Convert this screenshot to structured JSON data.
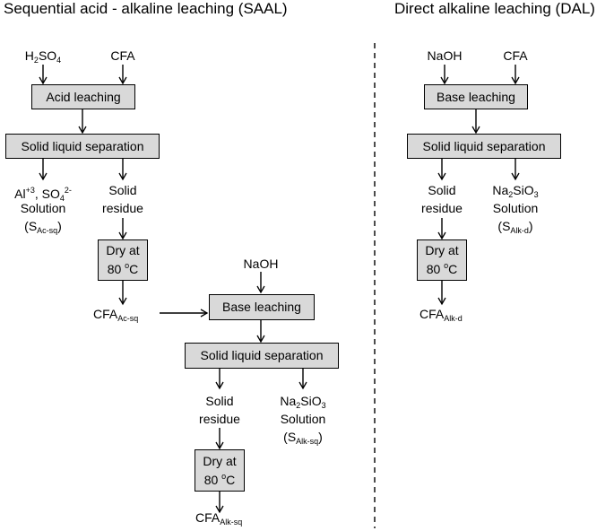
{
  "headers": {
    "saal": "Sequential acid - alkaline leaching (SAAL)",
    "dal": "Direct alkaline leaching (DAL)"
  },
  "saal": {
    "input_acid": {
      "base": "H",
      "s1": "2",
      "mid": "SO",
      "s2": "4"
    },
    "input_cfa": "CFA",
    "acid_leaching": "Acid leaching",
    "separation_1": "Solid liquid separation",
    "solution_1": {
      "al": "Al",
      "al_sup": "+3",
      "sep": ", SO",
      "so_sub": "4",
      "so_sup": "2-",
      "line2": "Solution",
      "line3_open": "(S",
      "line3_sub": "Ac-sq",
      "line3_close": ")"
    },
    "residue_1": {
      "line1": "Solid",
      "line2": "residue"
    },
    "dry_1": {
      "line1": "Dry at",
      "line2_num": "80 ",
      "line2_deg": "o",
      "line2_unit": "C"
    },
    "product_1": {
      "base": "CFA",
      "sub": "Ac-sq"
    },
    "input_naoh": "NaOH",
    "base_leaching": "Base leaching",
    "separation_2": "Solid liquid separation",
    "residue_2": {
      "line1": "Solid",
      "line2": "residue"
    },
    "solution_2": {
      "n1": "Na",
      "s1": "2",
      "n2": "SiO",
      "s2": "3",
      "line2": "Solution",
      "line3_open": "(S",
      "line3_sub": "Alk-sq",
      "line3_close": ")"
    },
    "dry_2": {
      "line1": "Dry at",
      "line2_num": "80 ",
      "line2_deg": "o",
      "line2_unit": "C"
    },
    "product_2": {
      "base": "CFA",
      "sub": "Alk-sq"
    }
  },
  "dal": {
    "input_naoh": "NaOH",
    "input_cfa": "CFA",
    "base_leaching": "Base leaching",
    "separation": "Solid liquid separation",
    "residue": {
      "line1": "Solid",
      "line2": "residue"
    },
    "solution": {
      "n1": "Na",
      "s1": "2",
      "n2": "SiO",
      "s2": "3",
      "line2": "Solution",
      "line3_open": "(S",
      "line3_sub": "Alk-d",
      "line3_close": ")"
    },
    "dry": {
      "line1": "Dry at",
      "line2_num": "80 ",
      "line2_deg": "o",
      "line2_unit": "C"
    },
    "product": {
      "base": "CFA",
      "sub": "Alk-d"
    }
  },
  "colors": {
    "box_fill": "#d9d9d9",
    "line": "#000000"
  }
}
